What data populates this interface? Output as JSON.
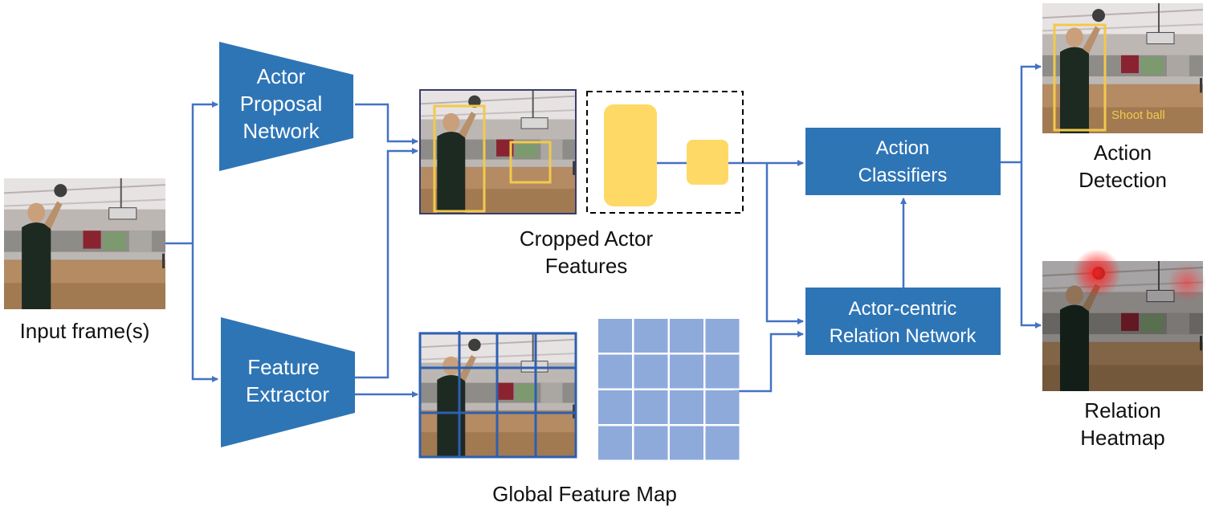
{
  "diagram": {
    "colors": {
      "node": "#2e75b6",
      "arrow": "#4472c4",
      "actor_box": "#f2c94c",
      "feature_block": "#ffd966",
      "feature_cell": "#8eaadb",
      "heat": "#ff2020"
    },
    "nodes": {
      "actor_proposal": [
        "Actor",
        "Proposal",
        "Network"
      ],
      "feature_extractor": [
        "Feature",
        "Extractor"
      ],
      "action_classifiers": [
        "Action",
        "Classifiers"
      ],
      "relation_network": [
        "Actor-centric",
        "Relation Network"
      ]
    },
    "labels": {
      "input": "Input frame(s)",
      "cropped": [
        "Cropped Actor",
        "Features"
      ],
      "global_map": "Global Feature Map",
      "detection": [
        "Action",
        "Detection"
      ],
      "heatmap": [
        "Relation",
        "Heatmap"
      ]
    },
    "detection_overlay": "Shoot ball"
  }
}
